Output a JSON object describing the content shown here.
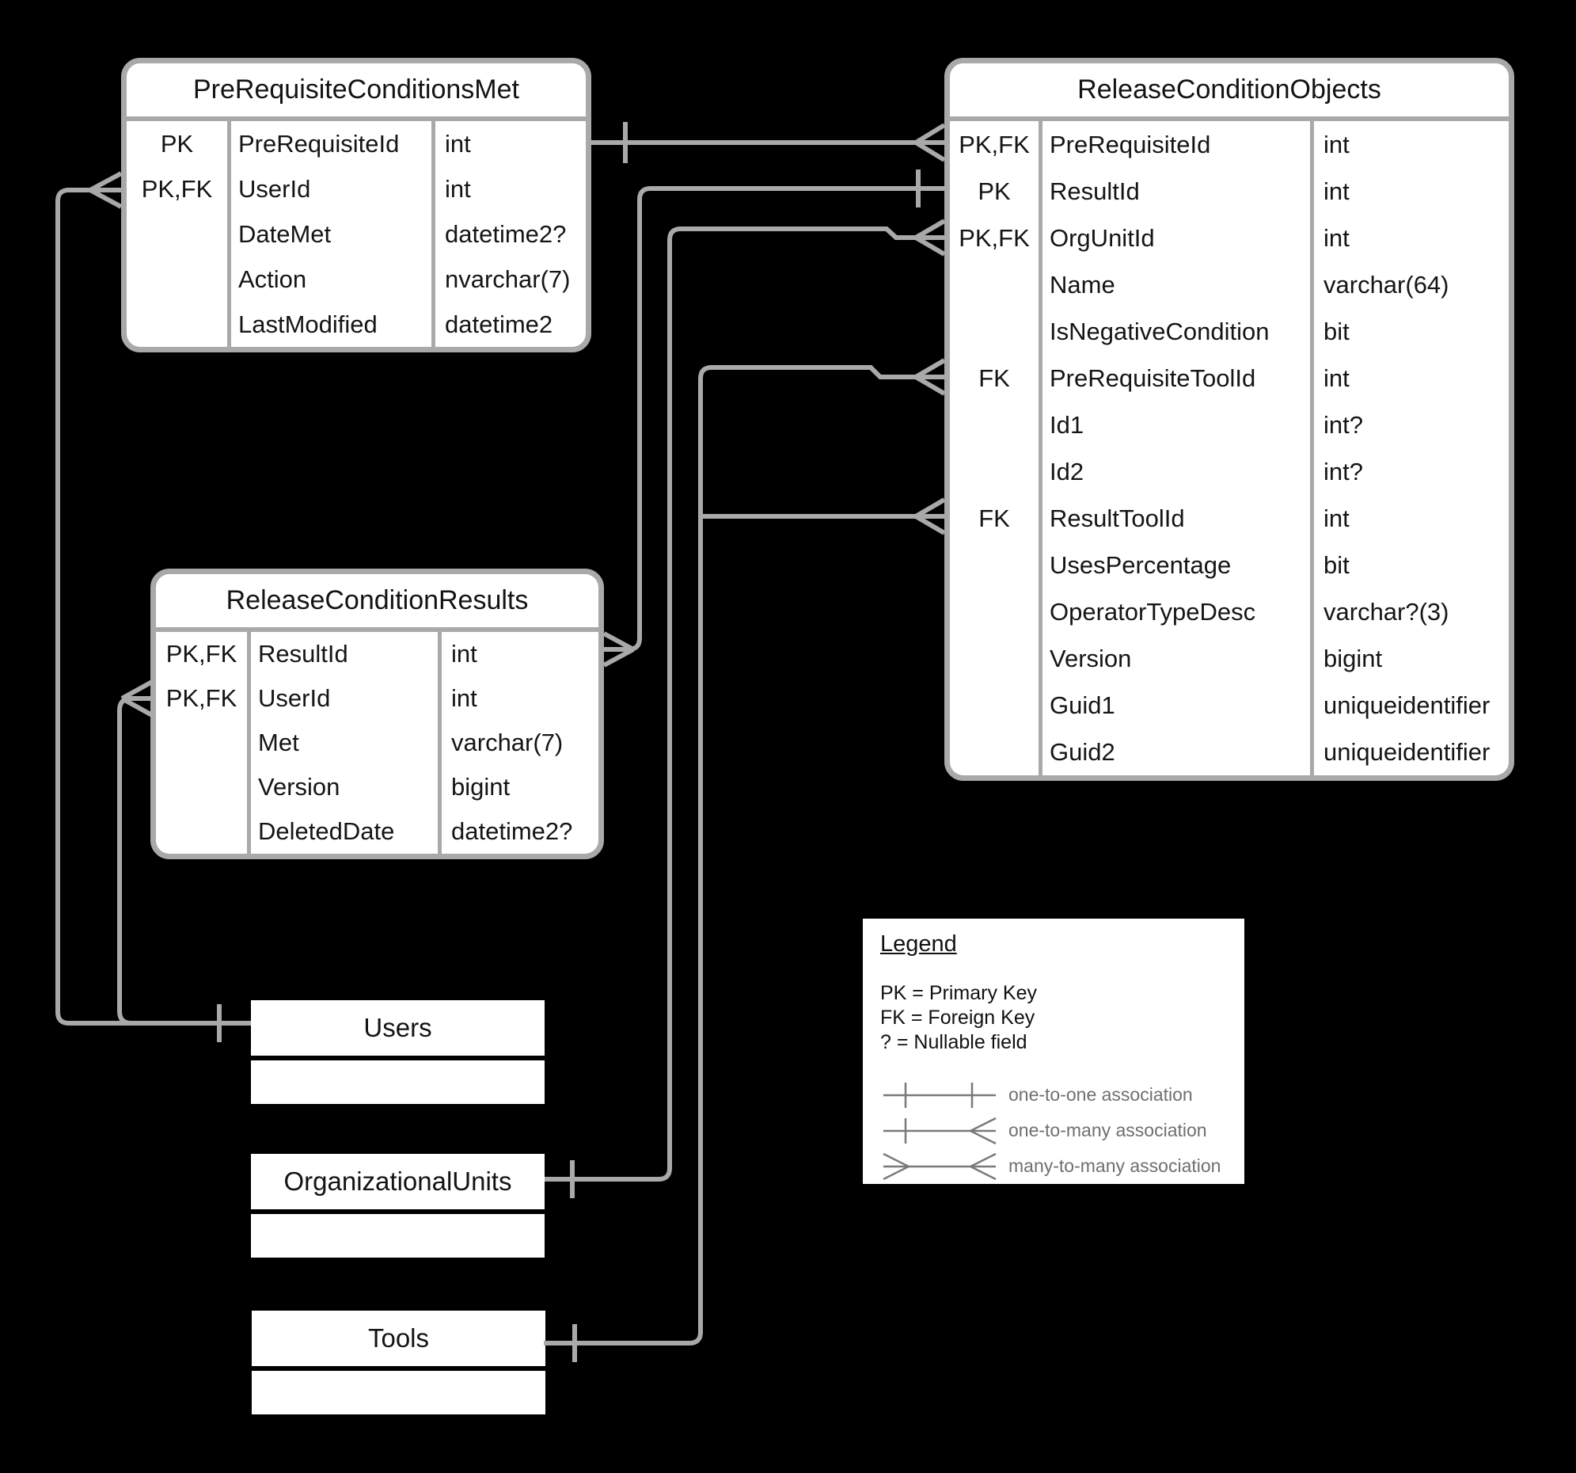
{
  "diagram": {
    "background_color": "#000000",
    "table_border_color": "#a9a9a9",
    "connector_color": "#a9a9a9",
    "text_color": "#151515"
  },
  "tables": [
    {
      "id": "prerequisiteconditionsmet",
      "title": "PreRequisiteConditionsMet",
      "rows": [
        {
          "key": "PK",
          "name": "PreRequisiteId",
          "type": "int"
        },
        {
          "key": "PK,FK",
          "name": "UserId",
          "type": "int"
        },
        {
          "key": "",
          "name": "DateMet",
          "type": "datetime2?"
        },
        {
          "key": "",
          "name": "Action",
          "type": "nvarchar(7)"
        },
        {
          "key": "",
          "name": "LastModified",
          "type": "datetime2"
        }
      ]
    },
    {
      "id": "releaseconditionobjects",
      "title": "ReleaseConditionObjects",
      "rows": [
        {
          "key": "PK,FK",
          "name": "PreRequisiteId",
          "type": "int"
        },
        {
          "key": "PK",
          "name": "ResultId",
          "type": "int"
        },
        {
          "key": "PK,FK",
          "name": "OrgUnitId",
          "type": "int"
        },
        {
          "key": "",
          "name": "Name",
          "type": "varchar(64)"
        },
        {
          "key": "",
          "name": "IsNegativeCondition",
          "type": "bit"
        },
        {
          "key": "FK",
          "name": "PreRequisiteToolId",
          "type": "int"
        },
        {
          "key": "",
          "name": "Id1",
          "type": "int?"
        },
        {
          "key": "",
          "name": "Id2",
          "type": "int?"
        },
        {
          "key": "FK",
          "name": "ResultToolId",
          "type": "int"
        },
        {
          "key": "",
          "name": "UsesPercentage",
          "type": "bit"
        },
        {
          "key": "",
          "name": "OperatorTypeDesc",
          "type": "varchar?(3)"
        },
        {
          "key": "",
          "name": "Version",
          "type": "bigint"
        },
        {
          "key": "",
          "name": "Guid1",
          "type": "uniqueidentifier"
        },
        {
          "key": "",
          "name": "Guid2",
          "type": "uniqueidentifier"
        }
      ]
    },
    {
      "id": "releaseconditionresults",
      "title": "ReleaseConditionResults",
      "rows": [
        {
          "key": "PK,FK",
          "name": "ResultId",
          "type": "int"
        },
        {
          "key": "PK,FK",
          "name": "UserId",
          "type": "int"
        },
        {
          "key": "",
          "name": "Met",
          "type": "varchar(7)"
        },
        {
          "key": "",
          "name": "Version",
          "type": "bigint"
        },
        {
          "key": "",
          "name": "DeletedDate",
          "type": "datetime2?"
        }
      ]
    }
  ],
  "entities": [
    {
      "id": "users",
      "title": "Users"
    },
    {
      "id": "organizationalunits",
      "title": "OrganizationalUnits"
    },
    {
      "id": "tools",
      "title": "Tools"
    }
  ],
  "legend": {
    "title": "Legend",
    "abbreviations": [
      "PK = Primary Key",
      "FK = Foreign Key",
      "? = Nullable field"
    ],
    "associations": [
      {
        "type": "one-to-one",
        "label": "one-to-one association"
      },
      {
        "type": "one-to-many",
        "label": "one-to-many association"
      },
      {
        "type": "many-to-many",
        "label": "many-to-many association"
      }
    ]
  }
}
